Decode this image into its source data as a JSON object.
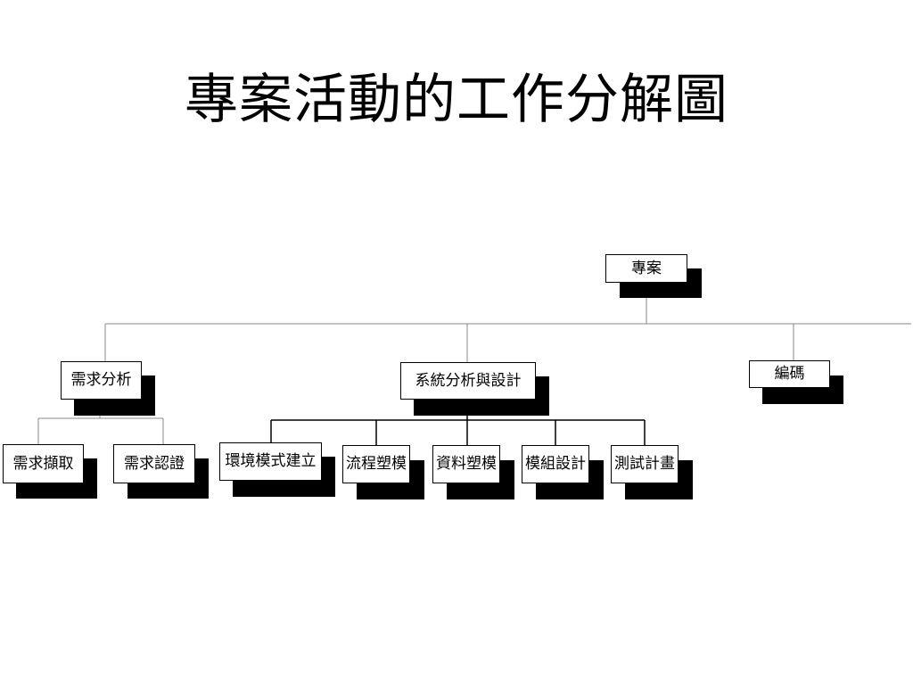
{
  "title": "專案活動的工作分解圖",
  "chart": {
    "root": "專案",
    "level1": [
      "需求分析",
      "系統分析與設計",
      "編碼"
    ],
    "level2": {
      "需求分析": [
        "需求擷取",
        "需求認證"
      ],
      "系統分析與設計": [
        "環境模式建立",
        "流程塑模",
        "資料塑模",
        "模組設計",
        "測試計畫"
      ]
    }
  },
  "colors": {
    "line": "#888888",
    "line_dark": "#000000",
    "shadow": "#000000",
    "box_fill": "#ffffff"
  }
}
